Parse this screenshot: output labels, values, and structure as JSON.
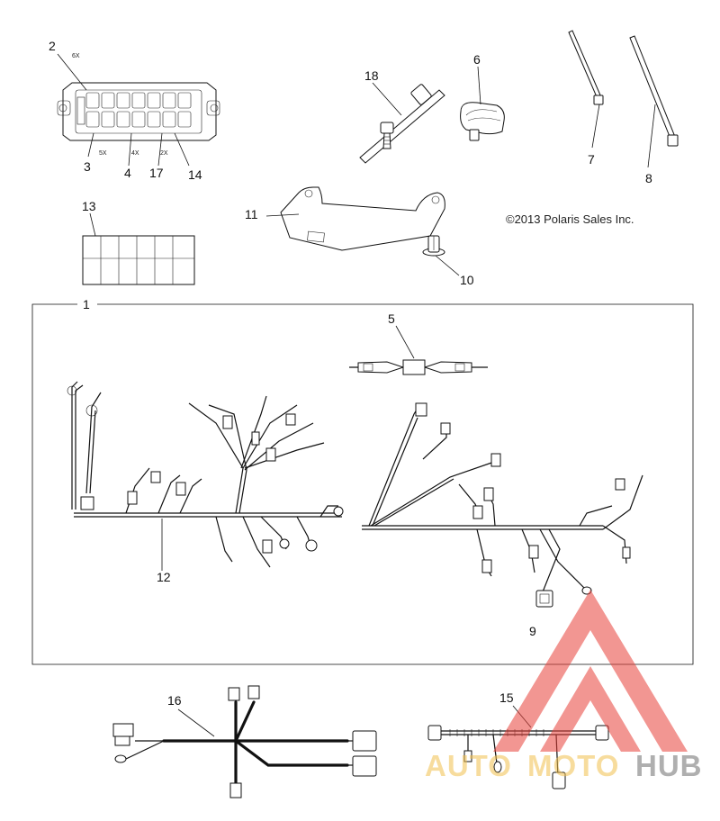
{
  "copyright": "©2013 Polaris Sales Inc.",
  "callouts": {
    "c1": "1",
    "c2": "2",
    "c3": "3",
    "c4": "4",
    "c5": "5",
    "c6": "6",
    "c7": "7",
    "c8": "8",
    "c9": "9",
    "c10": "10",
    "c11": "11",
    "c12": "12",
    "c13": "13",
    "c14": "14",
    "c15": "15",
    "c16": "16",
    "c17": "17",
    "c18": "18"
  },
  "qty_labels": {
    "q6x": "6X",
    "q5x": "5X",
    "q4x": "4X",
    "q2x": "2X"
  },
  "watermark": {
    "auto": "AUTO",
    "moto": "MOTO",
    "hub": "HUB",
    "brand_color": "#e8413a",
    "gold_color": "#f2c14e",
    "gray_color": "#6f6f6f"
  }
}
